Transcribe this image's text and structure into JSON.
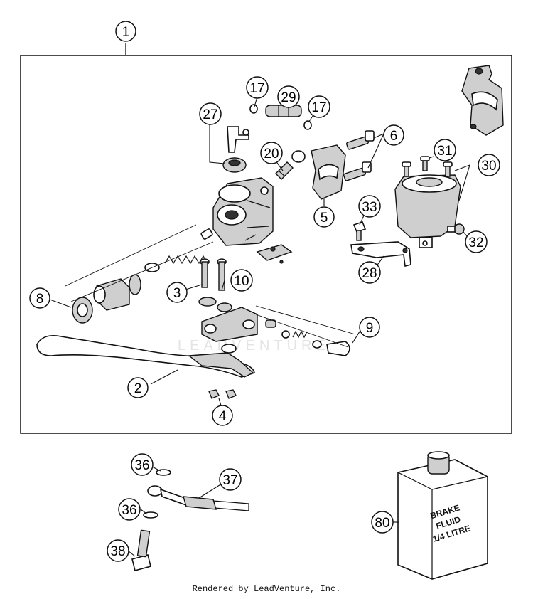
{
  "callouts": [
    {
      "id": "c1",
      "label": "1"
    },
    {
      "id": "c2",
      "label": "2"
    },
    {
      "id": "c3",
      "label": "3"
    },
    {
      "id": "c4",
      "label": "4"
    },
    {
      "id": "c5",
      "label": "5"
    },
    {
      "id": "c6",
      "label": "6"
    },
    {
      "id": "c8",
      "label": "8"
    },
    {
      "id": "c9",
      "label": "9"
    },
    {
      "id": "c10",
      "label": "10"
    },
    {
      "id": "c17a",
      "label": "17"
    },
    {
      "id": "c17b",
      "label": "17"
    },
    {
      "id": "c20",
      "label": "20"
    },
    {
      "id": "c27",
      "label": "27"
    },
    {
      "id": "c28",
      "label": "28"
    },
    {
      "id": "c29",
      "label": "29"
    },
    {
      "id": "c30",
      "label": "30"
    },
    {
      "id": "c31",
      "label": "31"
    },
    {
      "id": "c32",
      "label": "32"
    },
    {
      "id": "c33",
      "label": "33"
    },
    {
      "id": "c36a",
      "label": "36"
    },
    {
      "id": "c36b",
      "label": "36"
    },
    {
      "id": "c37",
      "label": "37"
    },
    {
      "id": "c38",
      "label": "38"
    },
    {
      "id": "c80",
      "label": "80"
    }
  ],
  "brake_fluid_label": {
    "line1": "BRAKE",
    "line2": "FLUID",
    "line3": "1/4 LITRE"
  },
  "watermark": "LEADVENTURE",
  "footer": "Rendered by LeadVenture, Inc."
}
